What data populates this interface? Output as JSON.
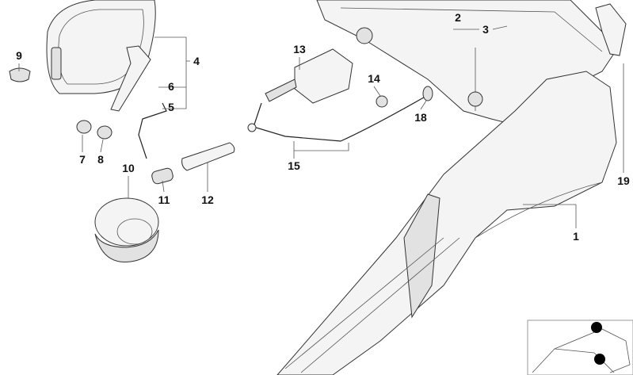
{
  "diagram": {
    "callouts": [
      {
        "id": "1",
        "text": "1"
      },
      {
        "id": "2",
        "text": "2"
      },
      {
        "id": "3",
        "text": "3"
      },
      {
        "id": "4",
        "text": "4"
      },
      {
        "id": "5",
        "text": "5"
      },
      {
        "id": "6",
        "text": "6"
      },
      {
        "id": "7",
        "text": "7"
      },
      {
        "id": "8",
        "text": "8"
      },
      {
        "id": "9",
        "text": "9"
      },
      {
        "id": "10",
        "text": "10"
      },
      {
        "id": "11",
        "text": "11"
      },
      {
        "id": "12",
        "text": "12"
      },
      {
        "id": "13",
        "text": "13"
      },
      {
        "id": "14",
        "text": "14"
      },
      {
        "id": "15",
        "text": "15"
      },
      {
        "id": "18",
        "text": "18"
      },
      {
        "id": "19",
        "text": "19"
      }
    ],
    "location_marker_color": "#000000"
  }
}
